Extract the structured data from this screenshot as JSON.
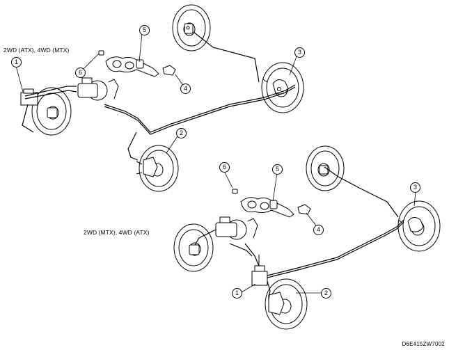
{
  "variants": [
    {
      "label": "2WD (ATX), 4WD (MTX)"
    },
    {
      "label": "2WD (MTX), 4WD (ATX)"
    }
  ],
  "callouts": [
    "1",
    "2",
    "3",
    "4",
    "5",
    "6"
  ],
  "figure_id": "D6E415ZW7002",
  "line_color": "#000000",
  "fill_color": "#ffffff"
}
